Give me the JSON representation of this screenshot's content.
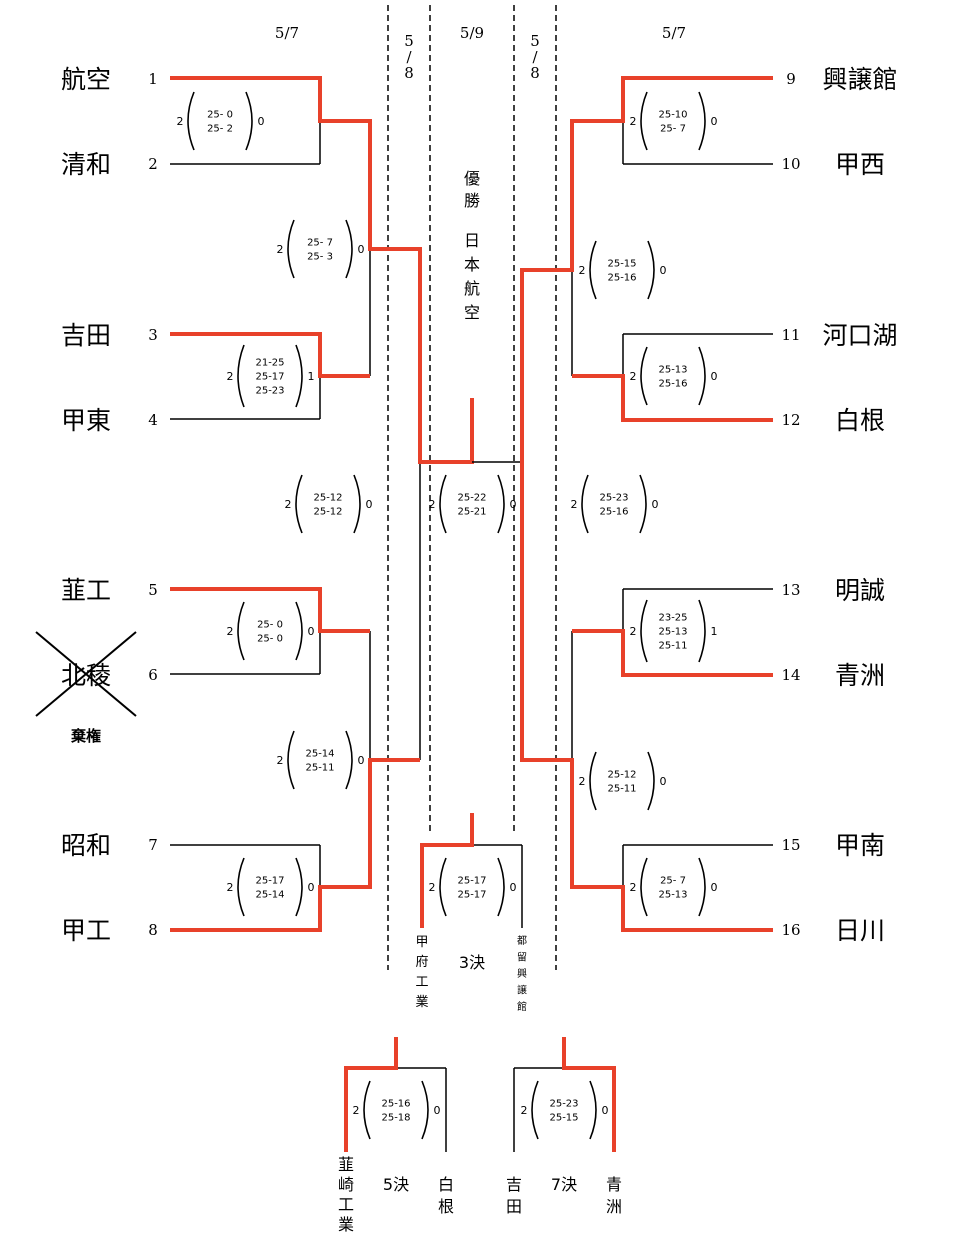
{
  "dates": {
    "round1_left": "5/7",
    "semi_left": "5/\n/\n8",
    "final": "5/9",
    "semi_right": "5/\n/\n8",
    "round1_right": "5/7"
  },
  "teams": [
    {
      "seed": "1",
      "name": "航空"
    },
    {
      "seed": "2",
      "name": "清和"
    },
    {
      "seed": "3",
      "name": "吉田"
    },
    {
      "seed": "4",
      "name": "甲東"
    },
    {
      "seed": "5",
      "name": "韮工"
    },
    {
      "seed": "6",
      "name": "北稜"
    },
    {
      "seed": "7",
      "name": "昭和"
    },
    {
      "seed": "8",
      "name": "甲工"
    },
    {
      "seed": "9",
      "name": "興譲館"
    },
    {
      "seed": "10",
      "name": "甲西"
    },
    {
      "seed": "11",
      "name": "河口湖"
    },
    {
      "seed": "12",
      "name": "白根"
    },
    {
      "seed": "13",
      "name": "明誠"
    },
    {
      "seed": "14",
      "name": "青洲"
    },
    {
      "seed": "15",
      "name": "甲南"
    },
    {
      "seed": "16",
      "name": "日川"
    }
  ],
  "forfeit_label": "棄権",
  "champion": {
    "label": "優勝",
    "team": "日本航空"
  },
  "matches": [
    {
      "left": "2",
      "sets": [
        "25- 0",
        "25- 2"
      ],
      "right": "0"
    },
    {
      "left": "2",
      "sets": [
        "21-25",
        "25-17",
        "25-23"
      ],
      "right": "1"
    },
    {
      "left": "2",
      "sets": [
        "25- 0",
        "25- 0"
      ],
      "right": "0"
    },
    {
      "left": "2",
      "sets": [
        "25-17",
        "25-14"
      ],
      "right": "0"
    },
    {
      "left": "2",
      "sets": [
        "25- 7",
        "25- 3"
      ],
      "right": "0"
    },
    {
      "left": "2",
      "sets": [
        "25-14",
        "25-11"
      ],
      "right": "0"
    },
    {
      "left": "2",
      "sets": [
        "25-12",
        "25-12"
      ],
      "right": "0"
    },
    {
      "left": "2",
      "sets": [
        "25-10",
        "25- 7"
      ],
      "right": "0"
    },
    {
      "left": "2",
      "sets": [
        "25-13",
        "25-16"
      ],
      "right": "0"
    },
    {
      "left": "2",
      "sets": [
        "23-25",
        "25-13",
        "25-11"
      ],
      "right": "1"
    },
    {
      "left": "2",
      "sets": [
        "25- 7",
        "25-13"
      ],
      "right": "0"
    },
    {
      "left": "2",
      "sets": [
        "25-15",
        "25-16"
      ],
      "right": "0"
    },
    {
      "left": "2",
      "sets": [
        "25-12",
        "25-11"
      ],
      "right": "0"
    },
    {
      "left": "2",
      "sets": [
        "25-23",
        "25-16"
      ],
      "right": "0"
    },
    {
      "left": "2",
      "sets": [
        "25-22",
        "25-21"
      ],
      "right": "0"
    },
    {
      "left": "2",
      "sets": [
        "25-17",
        "25-17"
      ],
      "right": "0"
    },
    {
      "left": "2",
      "sets": [
        "25-16",
        "25-18"
      ],
      "right": "0"
    },
    {
      "left": "2",
      "sets": [
        "25-23",
        "25-15"
      ],
      "right": "0"
    }
  ],
  "third_place": {
    "label": "3決",
    "team_left": "甲府工業",
    "team_right": "都留興譲館"
  },
  "fifth_place": {
    "label": "5決",
    "team_left": "韮崎工業",
    "team_right": "白根"
  },
  "seventh_place": {
    "label": "7決",
    "team_left": "吉田",
    "team_right": "青洲"
  }
}
